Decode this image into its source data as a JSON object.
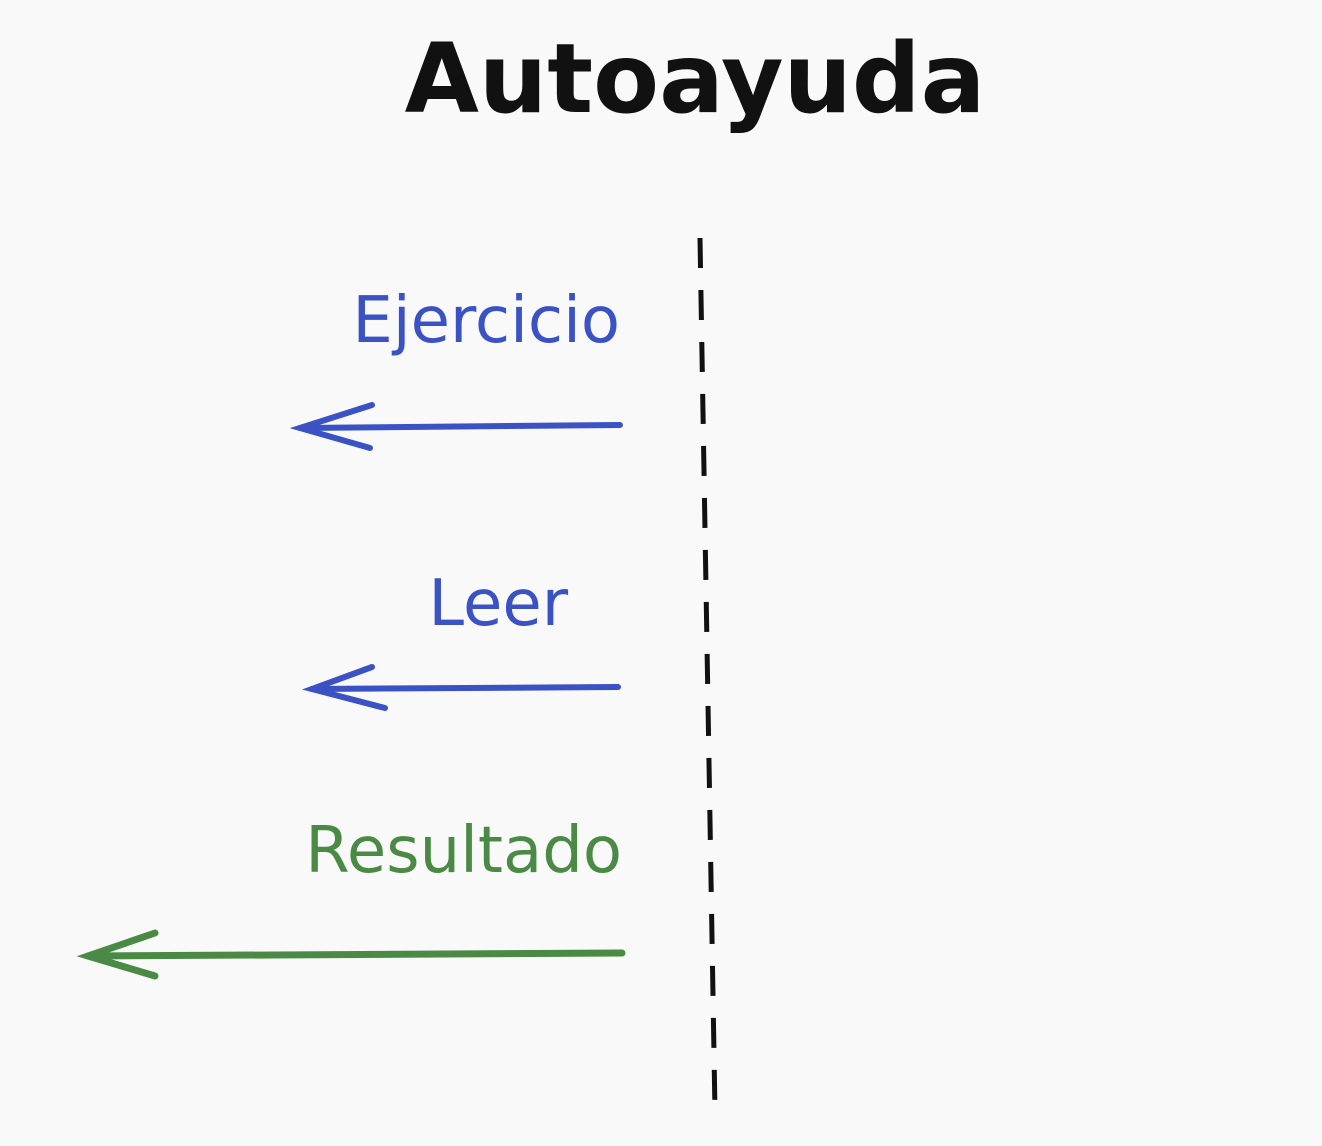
{
  "diagram": {
    "title": "Autoayuda",
    "colors": {
      "background": "#f9f9fa",
      "title": "#111111",
      "divider": "#111111",
      "blue": "#3a52c4",
      "green": "#4a8a45"
    },
    "items": [
      {
        "label": "Ejercicio",
        "color": "blue"
      },
      {
        "label": "Leer",
        "color": "blue"
      },
      {
        "label": "Resultado",
        "color": "green"
      }
    ]
  }
}
